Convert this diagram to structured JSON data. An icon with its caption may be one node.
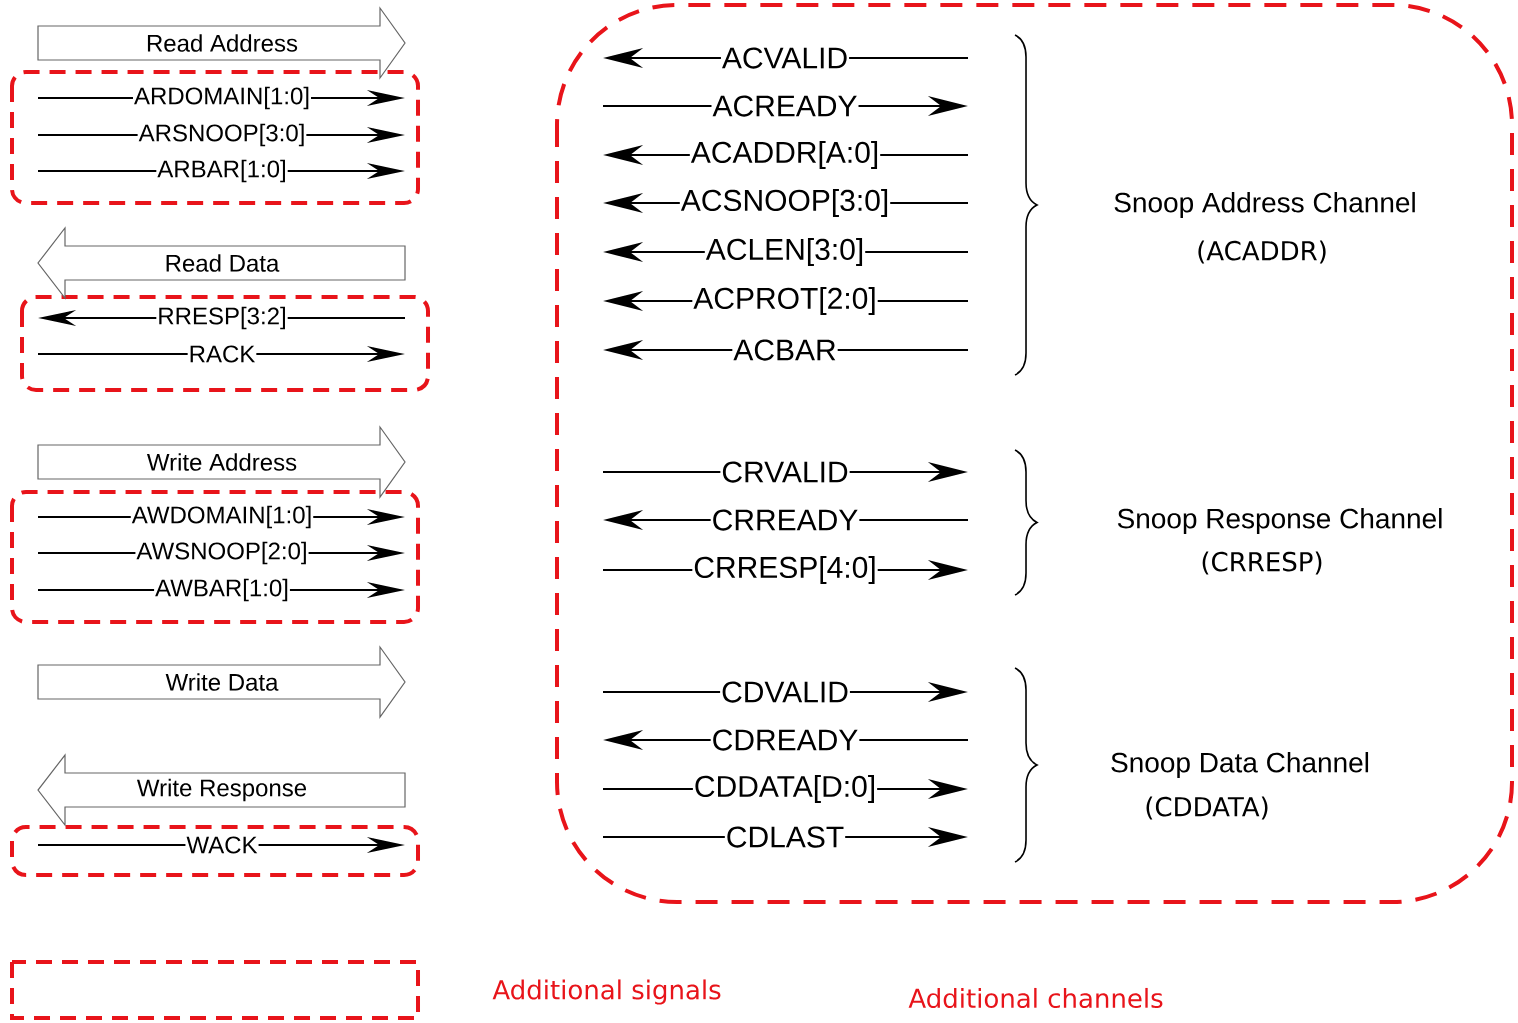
{
  "diagram": {
    "nodes": [
      {
        "text": [
          "Read Address"
        ]
      },
      {
        "text": [
          "Read Data"
        ]
      },
      {
        "text": [
          "Write Address"
        ]
      },
      {
        "text": [
          "Write Data"
        ]
      },
      {
        "text": [
          "Write Response"
        ]
      }
    ],
    "labels": [
      "ARDOMAIN[1:0]",
      "ARSNOOP[3:0]",
      "ARBAR[1:0]",
      "RRESP[3:2]",
      "RACK",
      "AWDOMAIN[1:0]",
      "AWSNOOP[2:0]",
      "AWBAR[1:0]",
      "WACK",
      "ACVALID",
      "ACREADY",
      "ACADDR[A:0]",
      "ACSNOOP[3:0]",
      "ACLEN[3:0]",
      "ACPROT[2:0]",
      "ACBAR",
      "CRVALID",
      "CRREADY",
      "CRRESP[4:0]",
      "CDVALID",
      "CDREADY",
      "CDDATA[D:0]",
      "CDLAST",
      "Snoop Address Channel",
      "(ACADDR)",
      "Snoop Response Channel",
      "(CRRESP)",
      "Snoop Data Channel",
      "(CDDATA)"
    ],
    "legend": [
      {
        "text": "Additional signals"
      },
      {
        "text": "Additional channels"
      }
    ]
  }
}
